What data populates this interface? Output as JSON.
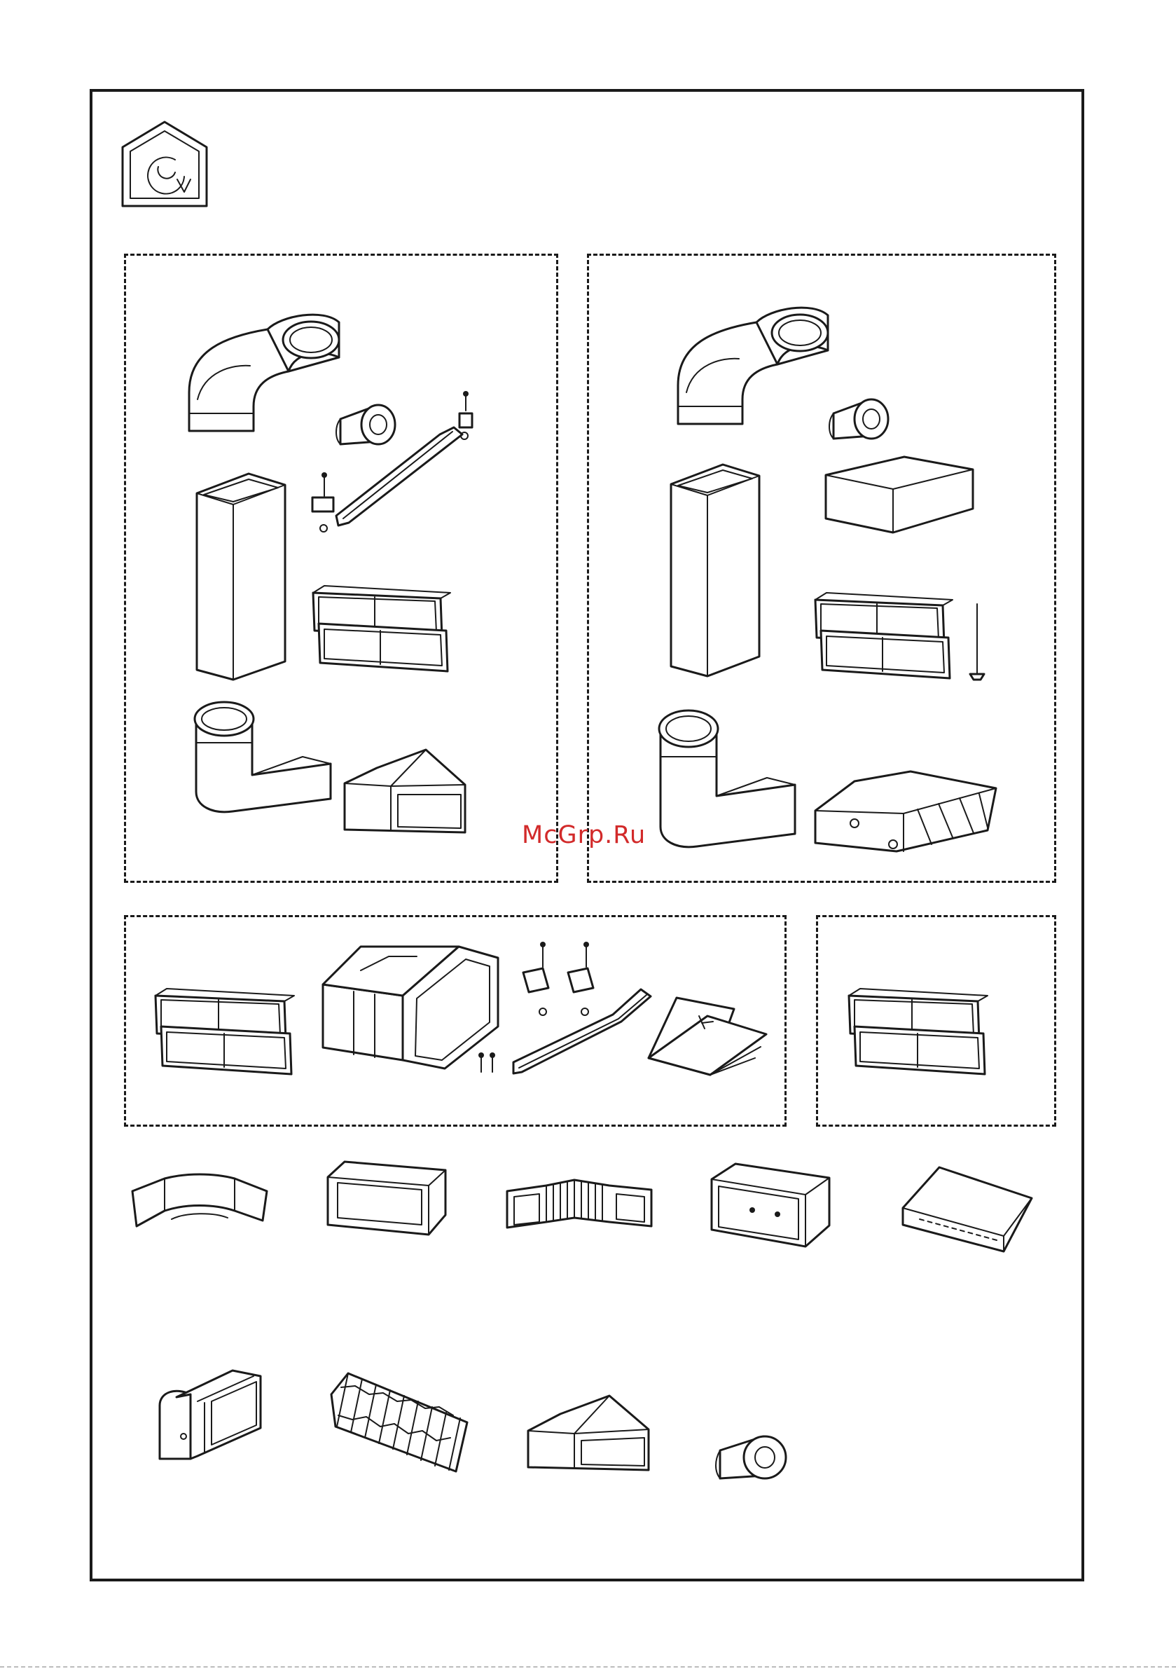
{
  "watermark": {
    "text": "McGrp.Ru",
    "color": "#d22a2a"
  },
  "icons": {
    "recirculation": "house-with-circular-arrow-icon"
  },
  "kits": [
    {
      "name": "kit-a",
      "parts": [
        "duct-elbow",
        "sealing-tape-roll",
        "brackets-with-screws",
        "vertical-duct",
        "grease-filters",
        "duct-elbow-base",
        "duct-adapter"
      ]
    },
    {
      "name": "kit-b",
      "parts": [
        "duct-elbow",
        "sealing-tape-roll",
        "carbon-filter-block",
        "vertical-duct",
        "grease-filters",
        "threaded-rod",
        "duct-elbow-base",
        "deflector-unit"
      ]
    },
    {
      "name": "kit-c",
      "parts": [
        "grease-filters",
        "collar-flange-adapter",
        "brackets-with-screws",
        "instruction-sheet"
      ]
    },
    {
      "name": "kit-d",
      "parts": [
        "grease-filters"
      ]
    }
  ],
  "accessories": [
    "horizontal-elbow",
    "rectangular-connector",
    "flexible-elbow",
    "connector-with-flap",
    "flat-duct",
    "vertical-elbow",
    "flexible-hose",
    "reducer-adapter",
    "tape-roll"
  ]
}
